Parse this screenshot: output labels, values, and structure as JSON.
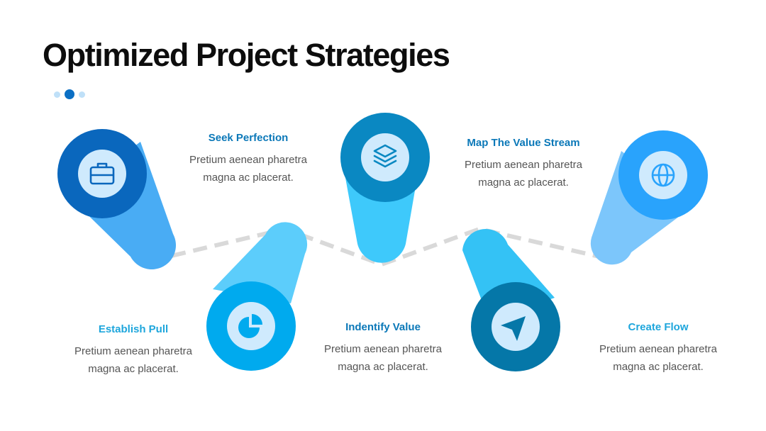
{
  "slide": {
    "title": "Optimized Project Strategies"
  },
  "colors": {
    "dots": [
      "#bfe0f8",
      "#0b6fc4",
      "#bfe0f8"
    ],
    "connector": "#d9d9d9",
    "icon_disc": "#cfeafd",
    "title_dark": "#0b78b8",
    "title_light": "#1ea6dc"
  },
  "steps": [
    {
      "title": "Seek Perfection",
      "description": "Pretium aenean pharetra magna ac placerat.",
      "icon": "briefcase-icon",
      "title_color": "#0b78b8",
      "head_color": "#0a67bd",
      "tail_color": "#49acf4"
    },
    {
      "title": "Establish Pull",
      "description": "Pretium aenean pharetra magna ac placerat.",
      "icon": "pie-chart-icon",
      "title_color": "#1ea6dc",
      "head_color": "#00aaee",
      "tail_color": "#5ccdfb"
    },
    {
      "title": "Map The Value Stream",
      "description": "Pretium aenean pharetra magna ac placerat.",
      "icon": "layers-icon",
      "title_color": "#0b78b8",
      "head_color": "#0a88c2",
      "tail_color": "#3ec9fb"
    },
    {
      "title": "Indentify Value",
      "description": "Pretium aenean pharetra magna ac placerat.",
      "icon": "send-icon",
      "title_color": "#0b78b8",
      "head_color": "#0577a8",
      "tail_color": "#34c2f5"
    },
    {
      "title": "Create Flow",
      "description": "Pretium aenean pharetra magna ac placerat.",
      "icon": "globe-icon",
      "title_color": "#1ea6dc",
      "head_color": "#29a3fc",
      "tail_color": "#7cc6fb"
    }
  ]
}
